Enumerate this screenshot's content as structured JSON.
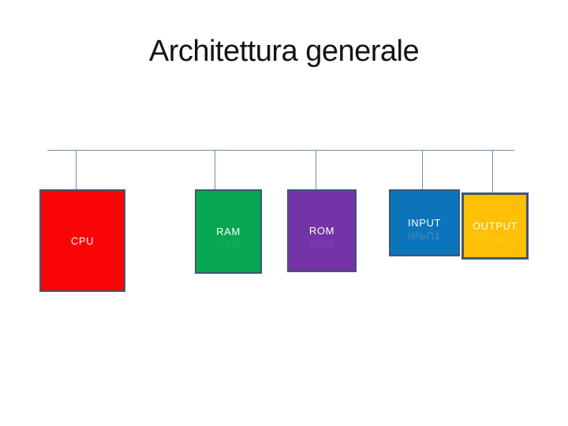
{
  "slide": {
    "title": "Architettura generale",
    "background": "#ffffff",
    "title_color": "#141414"
  },
  "diagram": {
    "line_color": "#6f8ea8",
    "label_color": "#ffffff",
    "border_color": "#3e5771",
    "nodes": [
      {
        "id": "cpu",
        "label": "CPU",
        "fill": "#fa0505"
      },
      {
        "id": "ram",
        "label": "RAM",
        "fill": "#06a652"
      },
      {
        "id": "rom",
        "label": "ROM",
        "fill": "#7433a6"
      },
      {
        "id": "input",
        "label": "INPUT",
        "fill": "#0b74ba"
      },
      {
        "id": "output",
        "label": "OUTPUT",
        "fill": "#fdc004"
      }
    ]
  }
}
